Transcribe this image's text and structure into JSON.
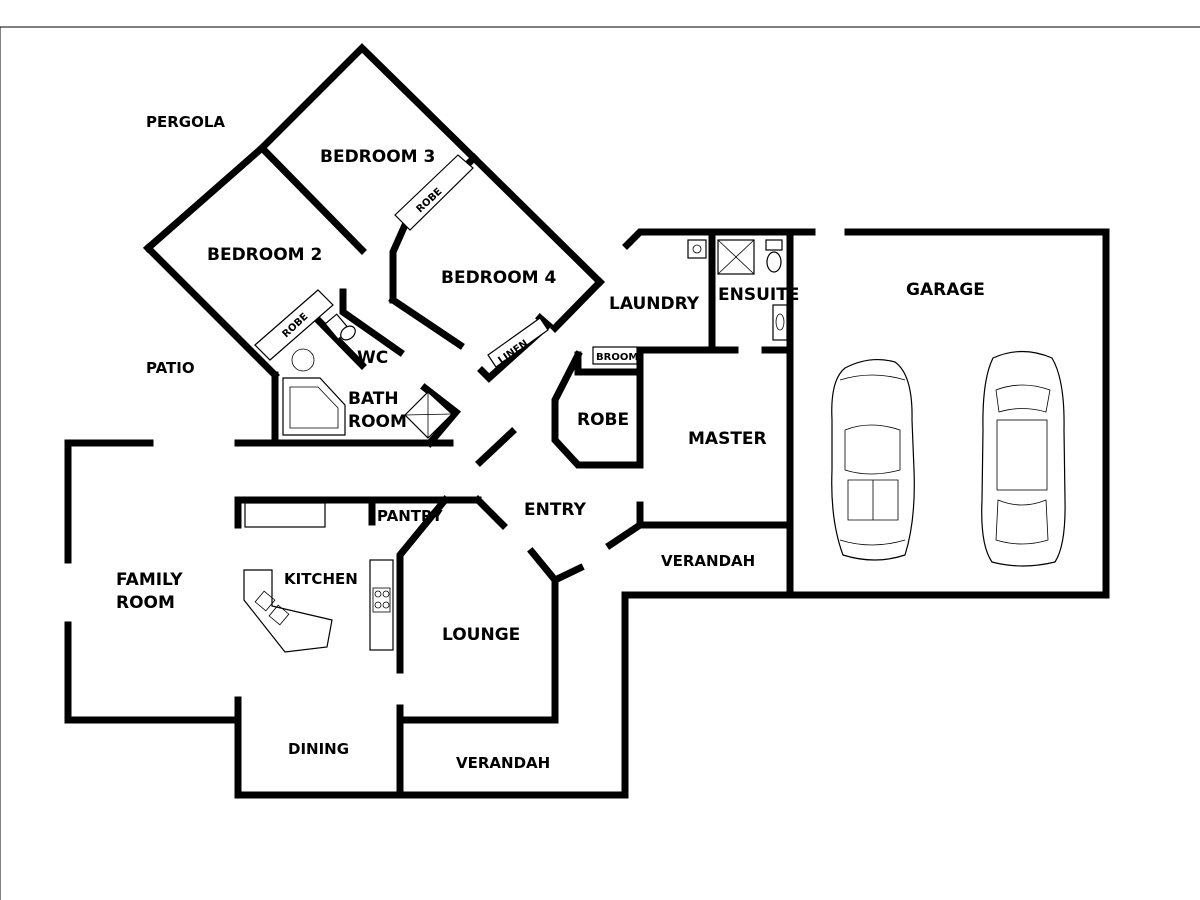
{
  "rooms": {
    "pergola": "PERGOLA",
    "bedroom3": "BEDROOM 3",
    "bedroom2": "BEDROOM 2",
    "bedroom4": "BEDROOM 4",
    "robe_bed3": "ROBE",
    "robe_bed2": "ROBE",
    "wc": "WC",
    "bath_line1": "BATH",
    "bath_line2": "ROOM",
    "linen": "LINEN",
    "laundry": "LAUNDRY",
    "ensuite": "ENSUITE",
    "garage": "GARAGE",
    "broom": "BROOM",
    "robe_master": "ROBE",
    "master": "MASTER",
    "patio": "PATIO",
    "entry": "ENTRY",
    "pantry": "PANTRY",
    "kitchen": "KITCHEN",
    "verandah_front": "VERANDAH",
    "family_line1": "FAMILY",
    "family_line2": "ROOM",
    "lounge": "LOUNGE",
    "dining": "DINING",
    "verandah_rear": "VERANDAH"
  },
  "icons": {
    "car_left": "convertible-car-icon",
    "car_right": "hatchback-car-icon",
    "toilet": "toilet-icon",
    "bathtub": "bathtub-icon",
    "shower": "shower-icon",
    "sink": "sink-icon",
    "cooktop": "cooktop-icon"
  }
}
